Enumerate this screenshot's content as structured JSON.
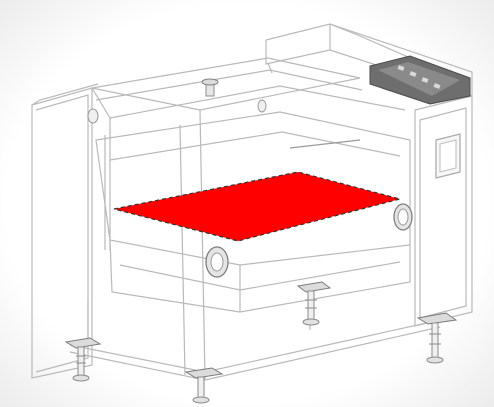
{
  "diagram": {
    "subject": "machine-cabinet-line-drawing",
    "highlight": {
      "region": "internal-tray-plane",
      "fill_color": "#ff0000",
      "border_style": "dashed",
      "border_color": "#333333"
    },
    "colors": {
      "background": "#ffffff",
      "line": "#b9b9b9",
      "panel": "#f7f7f7",
      "panel_dark": "#6e6e6e"
    },
    "icons": [
      "control-panel-icon",
      "leveling-foot-icon",
      "port-icon"
    ]
  }
}
